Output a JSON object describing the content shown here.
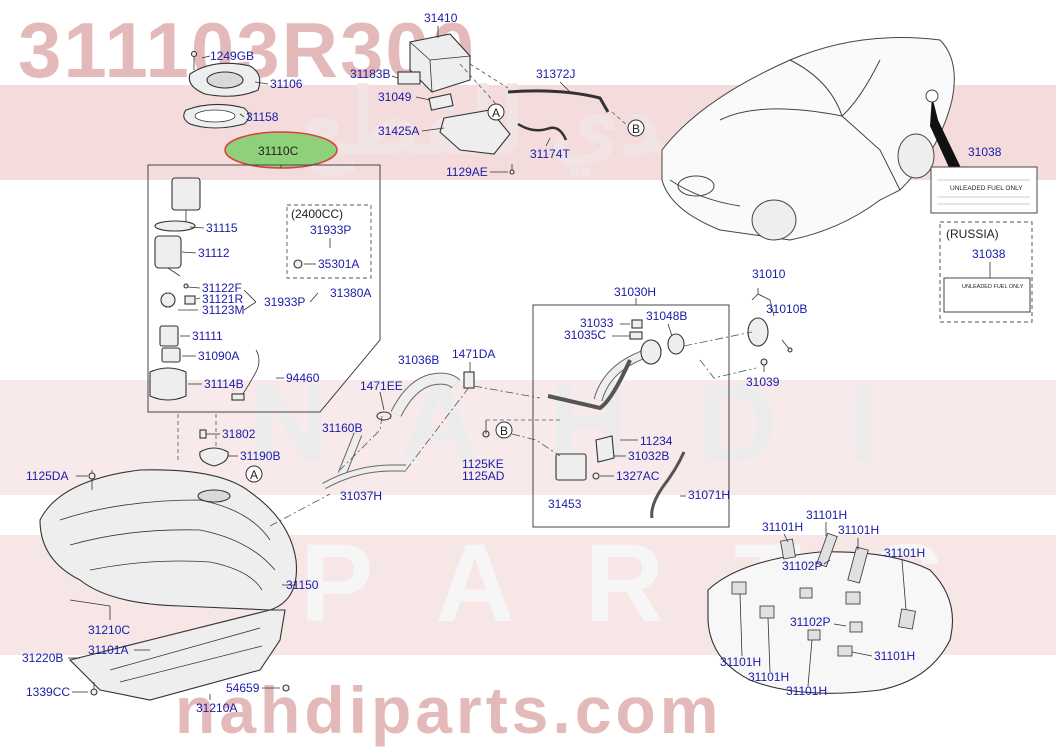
{
  "watermark": {
    "part_number": "311103R300",
    "word1": "NAHDI",
    "word2": "PARTS",
    "site": "nahdiparts.com",
    "arabic": "النهدي للقطع"
  },
  "highlight_label": "31110C",
  "group_notes": {
    "variant": "(2400CC)",
    "russia": "(RUSSIA)"
  },
  "labels": {
    "p1249GB": "1249GB",
    "p31106": "31106",
    "p31158": "31158",
    "p31115": "31115",
    "p31112": "31112",
    "p31122F": "31122F",
    "p31121R": "31121R",
    "p31123M": "31123M",
    "p31933P_a": "31933P",
    "p31933P_b": "31933P",
    "p31380A": "31380A",
    "p35301A": "35301A",
    "p31111": "31111",
    "p31090A": "31090A",
    "p31114B": "31114B",
    "p94460": "94460",
    "p31802": "31802",
    "p31190B": "31190B",
    "p1125DA": "1125DA",
    "p31150": "31150",
    "p31210C": "31210C",
    "p31220B": "31220B",
    "p31101A": "31101A",
    "p1339CC": "1339CC",
    "p31210A": "31210A",
    "p54659": "54659",
    "p31410": "31410",
    "p31183B": "31183B",
    "p31049": "31049",
    "p31425A": "31425A",
    "p1129AE": "1129AE",
    "p31174T": "31174T",
    "p31372J": "31372J",
    "p1471EE": "1471EE",
    "p31036B": "31036B",
    "p1471DA": "1471DA",
    "p31160B": "31160B",
    "p31037H": "31037H",
    "p31030H": "31030H",
    "p31033": "31033",
    "p31035C": "31035C",
    "p31048B": "31048B",
    "p31010": "31010",
    "p31010B": "31010B",
    "p31039": "31039",
    "p11234": "11234",
    "p31032B": "31032B",
    "p1125KE": "1125KE",
    "p1125AD": "1125AD",
    "p1327AC": "1327AC",
    "p31453": "31453",
    "p31071H": "31071H",
    "p31038_a": "31038",
    "p31038_b": "31038",
    "p31101H_1": "31101H",
    "p31101H_2": "31101H",
    "p31101H_3": "31101H",
    "p31101H_4": "31101H",
    "p31102P_1": "31102P",
    "p31102P_2": "31102P",
    "p31101H_5": "31101H",
    "p31101H_6": "31101H",
    "p31101H_7": "31101H",
    "p31101H_8": "31101H"
  },
  "callouts": {
    "A": "A",
    "B": "B"
  },
  "fuel_label": {
    "line1": "UNLEADED FUEL ONLY",
    "line2": "UNLEADED FUEL ONLY"
  },
  "colors": {
    "label_blue": "#1a1aa8",
    "highlight_green": "#8fd17a",
    "highlight_border": "#d94040",
    "watermark_red": "#e9c3c3"
  }
}
